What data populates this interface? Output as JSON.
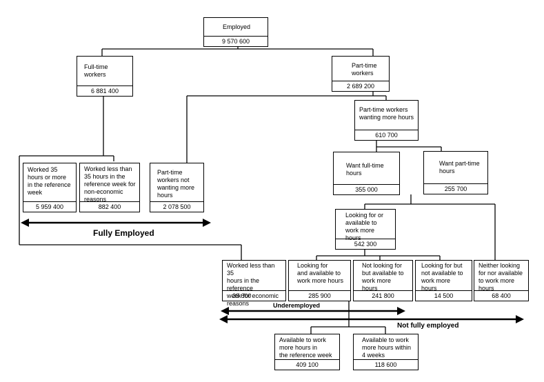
{
  "nodes": {
    "employed": {
      "label": "Employed",
      "value": "9 570 600"
    },
    "full_time": {
      "label": "Full-time\nworkers",
      "value": "6 881 400"
    },
    "part_time": {
      "label": "Part-time\nworkers",
      "value": "2 689 200"
    },
    "pt_wanting": {
      "label": "Part-time workers\nwanting more hours",
      "value": "610 700"
    },
    "worked_35": {
      "label": "Worked 35\nhours or more\nin the reference\nweek",
      "value": "5 959 400"
    },
    "worked_less_noneco": {
      "label": "Worked less than\n35 hours in the\nreference week for\nnon-economic\nreasons",
      "value": "882 400"
    },
    "pt_not_wanting": {
      "label": "Part-time\nworkers not\nwanting more\nhours",
      "value": "2 078 500"
    },
    "want_full": {
      "label": "Want full-time\nhours",
      "value": "355 000"
    },
    "want_part": {
      "label": "Want part-time\nhours",
      "value": "255 700"
    },
    "looking_or_avail": {
      "label": "Looking for or\navailable to\nwork  more\nhours",
      "value": "542 300"
    },
    "worked_less_eco": {
      "label": "Worked less than 35\nhours in the reference\nweek for economic\nreasons",
      "value": "39 600"
    },
    "looking_and_avail": {
      "label": "Looking for\nand available  to\nwork more hours",
      "value": "285 900"
    },
    "not_looking_avail": {
      "label": "Not looking for\nbut available to\nwork more\nhours",
      "value": "241 800"
    },
    "looking_not_avail": {
      "label": "Looking for but\nnot available to\nwork more\nhours",
      "value": "14 500"
    },
    "neither": {
      "label": "Neither looking\nfor nor available\nto work more\nhours",
      "value": "68 400"
    },
    "avail_ref_week": {
      "label": "Available to work\nmore hours in\nthe reference week",
      "value": "409 100"
    },
    "avail_4_weeks": {
      "label": "Available to work\nmore hours within\n4 weeks",
      "value": "118 600"
    }
  },
  "captions": {
    "fully_employed": "Fully Employed",
    "underemployed": "Underemployed",
    "not_fully_employed": "Not fully employed"
  }
}
